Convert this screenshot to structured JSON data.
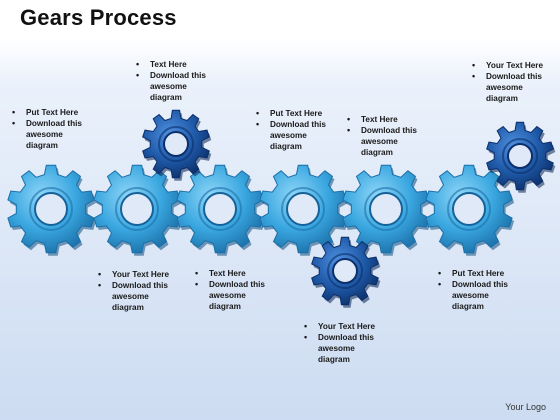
{
  "title": "Gears Process",
  "logo_text": "Your Logo",
  "colors": {
    "gear_light": "#3aa7e0",
    "gear_light_dark": "#1b6fa8",
    "gear_dark": "#1f5aa8",
    "gear_dark_deep": "#0c2f6a",
    "background": "#cddcf2"
  },
  "notes": [
    {
      "lines": [
        "Put Text Here",
        "Download this",
        "awesome",
        "diagram"
      ]
    },
    {
      "lines": [
        "Text Here",
        "Download this",
        "awesome",
        "diagram"
      ]
    },
    {
      "lines": [
        "Put Text Here",
        "Download this",
        "awesome",
        "diagram"
      ]
    },
    {
      "lines": [
        "Text Here",
        "Download this",
        "awesome",
        "diagram"
      ]
    },
    {
      "lines": [
        "Your Text Here",
        "Download this",
        "awesome",
        "diagram"
      ]
    },
    {
      "lines": [
        "Your Text Here",
        "Download this",
        "awesome",
        "diagram"
      ]
    },
    {
      "lines": [
        "Text Here",
        "Download this",
        "awesome",
        "diagram"
      ]
    },
    {
      "lines": [
        "Your Text Here",
        "Download this",
        "awesome",
        "diagram"
      ]
    },
    {
      "lines": [
        "Put Text Here",
        "Download this",
        "awesome",
        "diagram"
      ]
    }
  ]
}
